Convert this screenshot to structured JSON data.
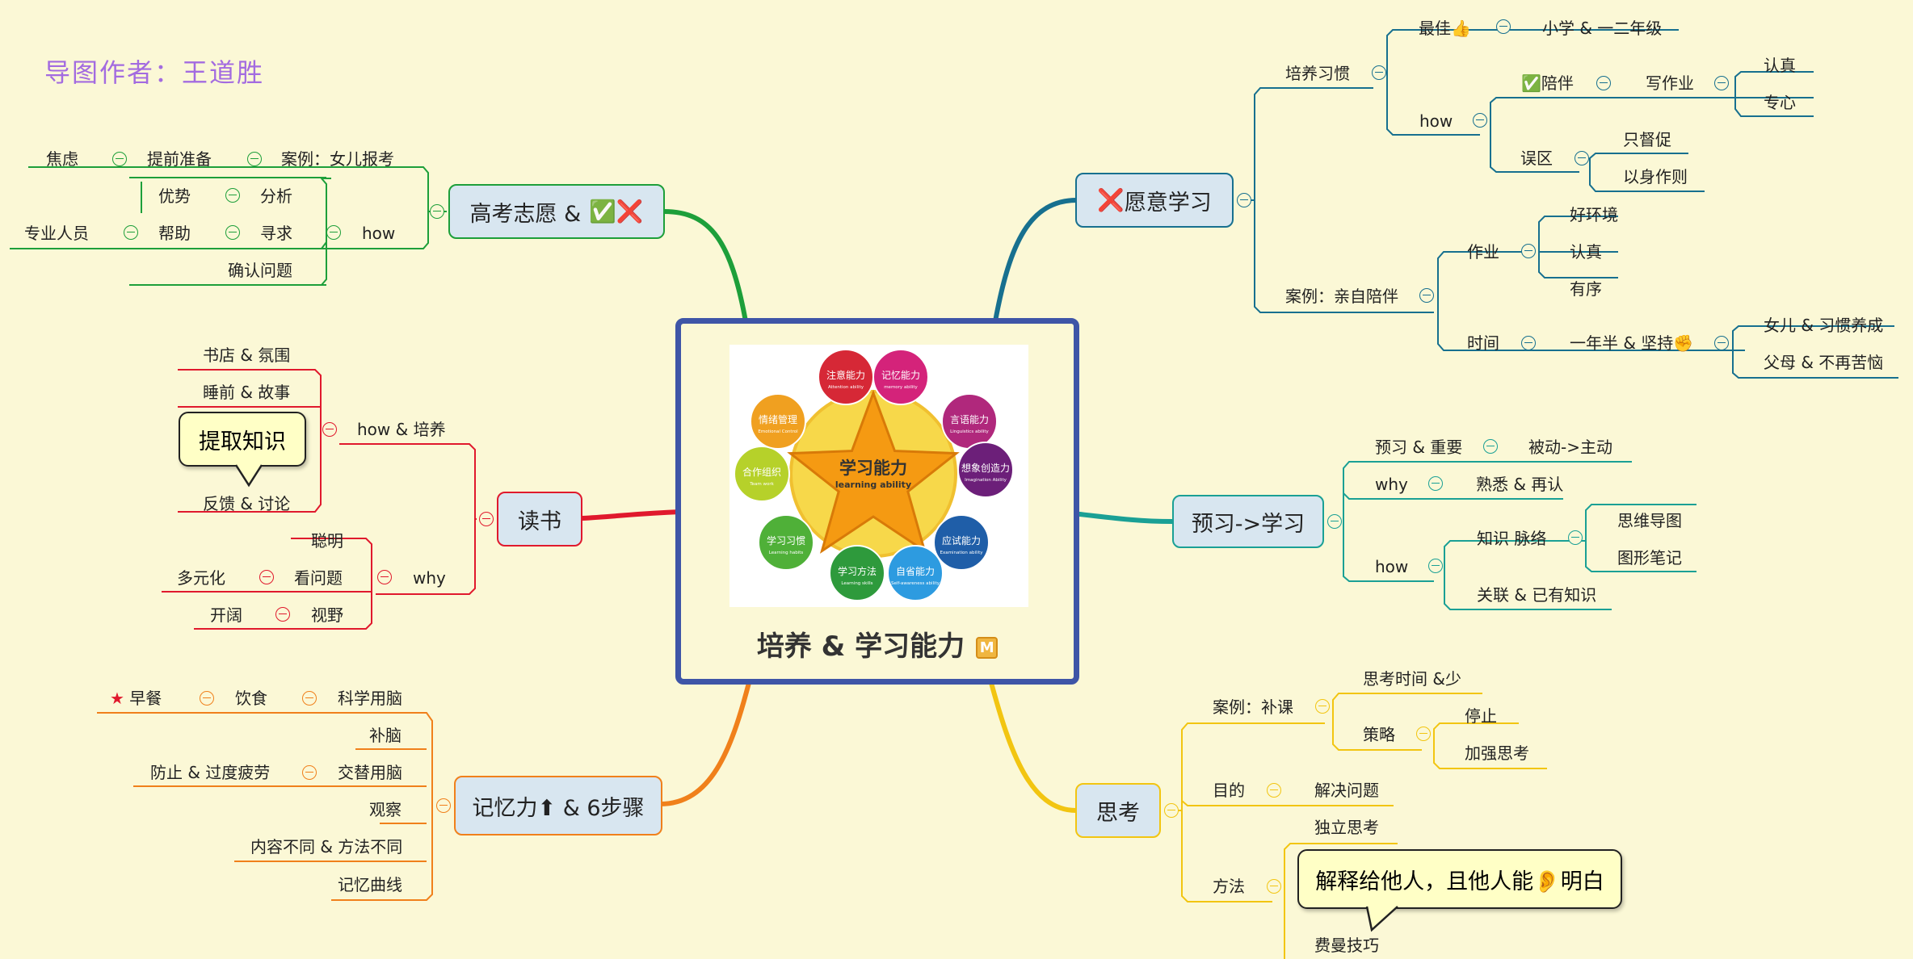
{
  "author": "导图作者：王道胜",
  "center": {
    "title": "培养 & 学习能力",
    "badge": "M",
    "image": {
      "core_cn": "学习能力",
      "core_en": "learning ability",
      "skills": [
        {
          "cn": "注意能力",
          "en": "Attention ability",
          "color": "#d62836"
        },
        {
          "cn": "记忆能力",
          "en": "memory ability",
          "color": "#d4237a"
        },
        {
          "cn": "言语能力",
          "en": "Linguistics ability",
          "color": "#b0287c"
        },
        {
          "cn": "想象创造力",
          "en": "Imagination Ability",
          "color": "#6c1f79"
        },
        {
          "cn": "应试能力",
          "en": "Examination ability",
          "color": "#1f5ea8"
        },
        {
          "cn": "自省能力",
          "en": "Self-awareness ability",
          "color": "#2d9be0"
        },
        {
          "cn": "学习方法",
          "en": "Learning skills",
          "color": "#2e9a3c"
        },
        {
          "cn": "学习习惯",
          "en": "Learning habits",
          "color": "#4fb038"
        },
        {
          "cn": "合作组织",
          "en": "Team work",
          "color": "#b6d12a"
        },
        {
          "cn": "情绪管理",
          "en": "Emotional Control",
          "color": "#f0a020"
        }
      ]
    }
  },
  "colors": {
    "gaokao": "#1d9f3a",
    "yuanyi": "#17708f",
    "dushu": "#e0192d",
    "yuxi": "#1aa095",
    "jiyi": "#f0801b",
    "sikao": "#f2c511",
    "center_border": "#3e55a7",
    "background": "#fbf8d6"
  },
  "gaokao": {
    "label": "高考志愿 &",
    "icon_check": "✅",
    "icon_cross": "❌",
    "nodes": {
      "jiaolv": "焦虑",
      "tiqian": "提前准备",
      "anli": "案例：女儿报考",
      "youshi": "优势",
      "fenxi": "分析",
      "how": "how",
      "zhuanye": "专业人员",
      "bangzhu": "帮助",
      "xunqiu": "寻求",
      "queren": "确认问题"
    }
  },
  "yuanyi": {
    "label": "愿意学习",
    "icon_cross": "❌",
    "nodes": {
      "peiyang": "培养习惯",
      "zuijia": "最佳",
      "zuijia_icon": "👍",
      "xiaoxue": "小学 & 一二年级",
      "how": "how",
      "peiban": "陪伴",
      "peiban_icon": "✅",
      "xiezuoye": "写作业",
      "renzhen": "认真",
      "zhuanxin": "专心",
      "wuqu": "误区",
      "zhiduchu": "只督促",
      "yishenzuoze": "以身作则",
      "anli": "案例：亲自陪伴",
      "zuoye": "作业",
      "haohuanjing": "好环境",
      "renzhen2": "认真",
      "youxu": "有序",
      "shijian": "时间",
      "yinianban": "一年半 & 坚持",
      "fist_icon": "✊",
      "nver": "女儿 & 习惯养成",
      "fumu": "父母 & 不再苦恼"
    }
  },
  "dushu": {
    "label": "读书",
    "callout": "提取知识",
    "nodes": {
      "shudian": "书店 & 氛围",
      "shuiqian": "睡前 & 故事",
      "fankui": "反馈 & 讨论",
      "how": "how & 培养",
      "congming": "聪明",
      "duoyuan": "多元化",
      "kanwenti": "看问题",
      "why": "why",
      "kaikuo": "开阔",
      "shiye": "视野"
    }
  },
  "yuxi": {
    "label": "预习->学习",
    "nodes": {
      "yuxi": "预习 & 重要",
      "beidong": "被动->主动",
      "why": "why",
      "shuxi": "熟悉 & 再认",
      "how": "how",
      "zhishi": "知识 脉络",
      "siwei": "思维导图",
      "tuxing": "图形笔记",
      "guanlian": "关联 & 已有知识"
    }
  },
  "jiyi": {
    "label": "记忆力⬆ & 6步骤",
    "nodes": {
      "zaocan": "早餐",
      "star_icon": "★",
      "yinshi": "饮食",
      "kexue": "科学用脑",
      "bunao": "补脑",
      "fangzhi": "防止 & 过度疲劳",
      "jiaoti": "交替用脑",
      "guancha": "观察",
      "neirong": "内容不同 & 方法不同",
      "quxian": "记忆曲线"
    }
  },
  "sikao": {
    "label": "思考",
    "callout": "解释给他人，且他人能👂明白",
    "nodes": {
      "anli": "案例：补课",
      "sikaoshijian": "思考时间  &少",
      "celue": "策略",
      "tingzhi": "停止",
      "jiaqiang": "加强思考",
      "mudi": "目的",
      "jiejue": "解决问题",
      "fangfa": "方法",
      "duli": "独立思考",
      "feiman": "费曼技巧"
    }
  }
}
